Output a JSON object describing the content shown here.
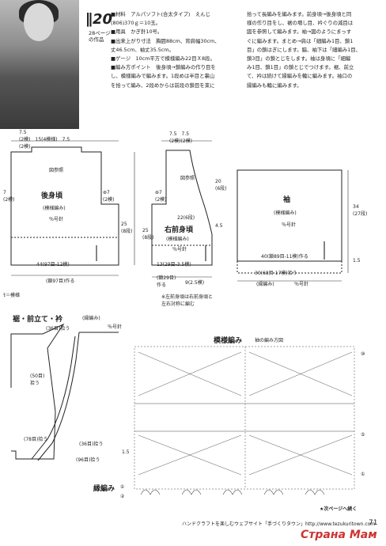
{
  "header": {
    "pattern_number": "20",
    "reference": "28ページ\nの作品",
    "instructions_left": "■材料　アルパソフト(合太タイプ)　えんじ\n(806)370ｇ＝10玉。\n■用具　かぎ針10号。\n■出来上がり寸法　胸囲88cm、背肩幅30cm、\n丈46.5cm、袖丈35.5cm。\n■ゲージ　10cm平方で模様編み22目Ｘ8段。\n■編み方ポイント　後身頃→鎖編みの作り目を\nし、模様編みで編みます。1段めは半目と裏山\nを拾って編み、2段めからは前段の鎖目を束に",
    "instructions_right": "拾って長編みを編みます。前身頃→後身頃と同\n様の作り目をし、裾の増し目、衿ぐりの減目は\n図を参照して編みます。袖→図のようにまっす\nぐに編みます。まとめ→肩は「細編み1目、鎖1\n目」の鎖はぎにします。脇、袖下は「細編み1目、\n鎖3目」の鎖とじをします。袖は身頃に「細編\nみ1目、鎖1目」の鎖とじでつけます。裾、前立\nて、衿は続けて縁編みを輪に編みます。袖口の\n縁編みも輪に編みます。"
  },
  "back": {
    "title": "後身頃",
    "sub": "(模様編み)",
    "needle": "％号針",
    "top_dims": "7.5\n(2模)　15(4模様)　7.5\n(2模)",
    "shoulder": "図参照",
    "left_h": "7\n(2模)",
    "right_h": "⊛7\n(2模)",
    "body_h": "25\n(8段)",
    "width": "44(97目-12模)",
    "chain": "(鎖97目)作る",
    "note": "ﾓ＝模様"
  },
  "front": {
    "title": "右前身頃",
    "sub": "(模様編み)",
    "needle": "％号針",
    "top_dims": "7.5　7.5\n(2模)(2模)",
    "shoulder": "図参照",
    "left_h": "⊛7\n(2模)",
    "neck_h": "20\n(6段)",
    "inc": "22(6段)",
    "body_h": "25\n(8段)",
    "width": "13(29目-3.5模)",
    "chain": "(鎖29目)\n作る",
    "extra": "9(2.5模)",
    "side": "4.5",
    "note": "※左前身頃は右前身頃と\n左右対称に編む"
  },
  "sleeve": {
    "title": "袖",
    "sub": "(模様編み)",
    "needle": "％号針",
    "width": "40(鎖89目-11模)作る",
    "cuff_w": "30(68目-17模)拾う",
    "cuff_title": "(縁編み)",
    "cuff_needle": "％号針",
    "h_total": "34\n(27段)",
    "h_cuff": "1.5"
  },
  "border": {
    "title": "裾・前立て・衿",
    "sub": "(縁編み)",
    "needle": "％号針",
    "pick1": "(36目)拾う",
    "pick2": "(50目)\n拾う",
    "pick3": "(78目)拾う",
    "pick4": "(36目)拾う",
    "pick5": "(96目)拾う",
    "fold": "1.5"
  },
  "chart": {
    "title": "模様編み",
    "subtitle": "袖の編み方図",
    "edge": "縁編み",
    "rows_right": [
      "⑩",
      "⑤",
      "①"
    ],
    "rows_left": [
      "①",
      "②"
    ]
  },
  "continue": "★次ページへ続く",
  "footer": "ハンドクラフトを楽しむウェブサイト「手づくりタウン」http://www.tezukuritown.com",
  "page": "71",
  "watermark": "Страна Мам"
}
